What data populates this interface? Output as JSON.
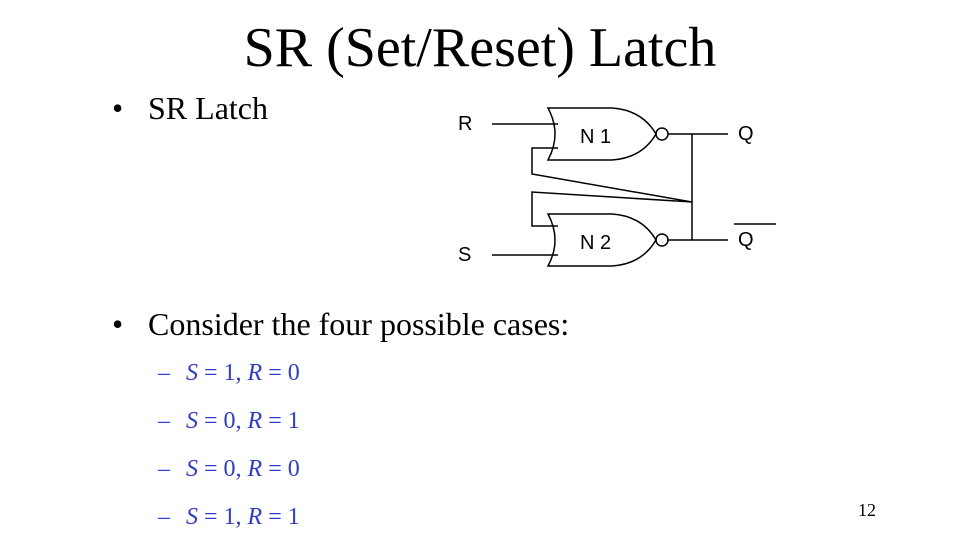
{
  "slide": {
    "title": "SR (Set/Reset) Latch",
    "bullets": [
      {
        "marker": "•",
        "text": "SR Latch"
      },
      {
        "marker": "•",
        "text": "Consider the four possible cases:"
      }
    ],
    "cases": [
      {
        "dash": "–",
        "s_label": "S",
        "s_value": " = 1, ",
        "r_label": "R",
        "r_value": " = 0"
      },
      {
        "dash": "–",
        "s_label": "S",
        "s_value": " = 0, ",
        "r_label": "R",
        "r_value": " = 1"
      },
      {
        "dash": "–",
        "s_label": "S",
        "s_value": " = 0, ",
        "r_label": "R",
        "r_value": " = 0"
      },
      {
        "dash": "–",
        "s_label": "S",
        "s_value": " = 1, ",
        "r_label": "R",
        "r_value": " = 1"
      }
    ],
    "page_number": "12"
  },
  "circuit": {
    "gates": [
      {
        "label": "N 1",
        "type": "nor-gate"
      },
      {
        "label": "N 2",
        "type": "nor-gate"
      }
    ],
    "inputs": {
      "r_label": "R",
      "s_label": "S"
    },
    "outputs": {
      "q_label": "Q",
      "q_bar_label": "Q"
    },
    "colors": {
      "text": "#000000",
      "sub_items": "#2e3fc4",
      "background": "#ffffff"
    }
  }
}
